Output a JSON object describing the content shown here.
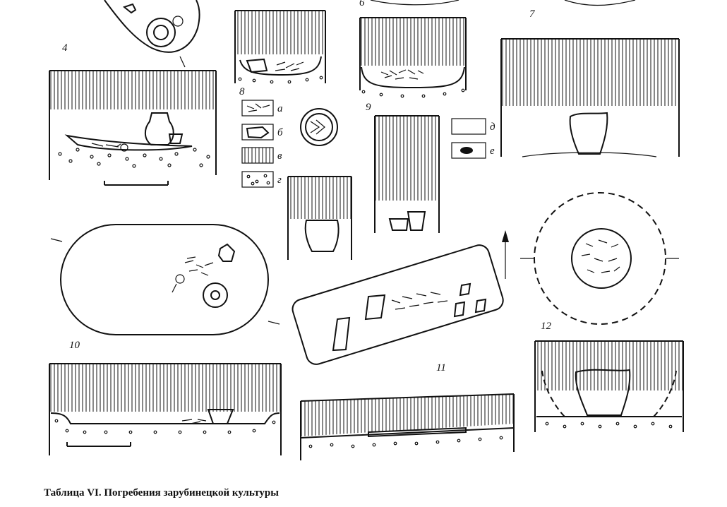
{
  "figure_labels": {
    "n4": "4",
    "n6": "6",
    "n7": "7",
    "n8": "8",
    "n9": "9",
    "n10": "10",
    "n11": "11",
    "n12": "12"
  },
  "legend": {
    "a": "а",
    "b": "б",
    "v": "в",
    "g": "г",
    "d": "д",
    "e": "е"
  },
  "caption": "Таблица VI. Погребения зарубинецкой культуры"
}
